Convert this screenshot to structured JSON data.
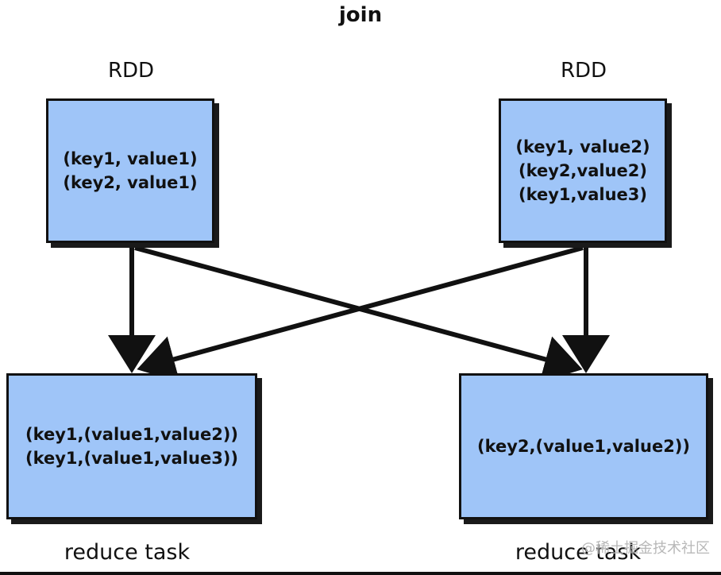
{
  "title": "join",
  "left_rdd": {
    "label": "RDD",
    "lines": [
      "(key1, value1)",
      "(key2, value1)"
    ]
  },
  "right_rdd": {
    "label": "RDD",
    "lines": [
      "(key1, value2)",
      "(key2,value2)",
      "(key1,value3)"
    ]
  },
  "left_task": {
    "label": "reduce task",
    "lines": [
      "(key1,(value1,value2))",
      "(key1,(value1,value3))"
    ]
  },
  "right_task": {
    "label": "reduce task",
    "lines": [
      "(key2,(value1,value2))"
    ]
  },
  "watermark": "@稀土掘金技术社区",
  "colors": {
    "box_fill": "#9fc5f8",
    "stroke": "#111111"
  }
}
